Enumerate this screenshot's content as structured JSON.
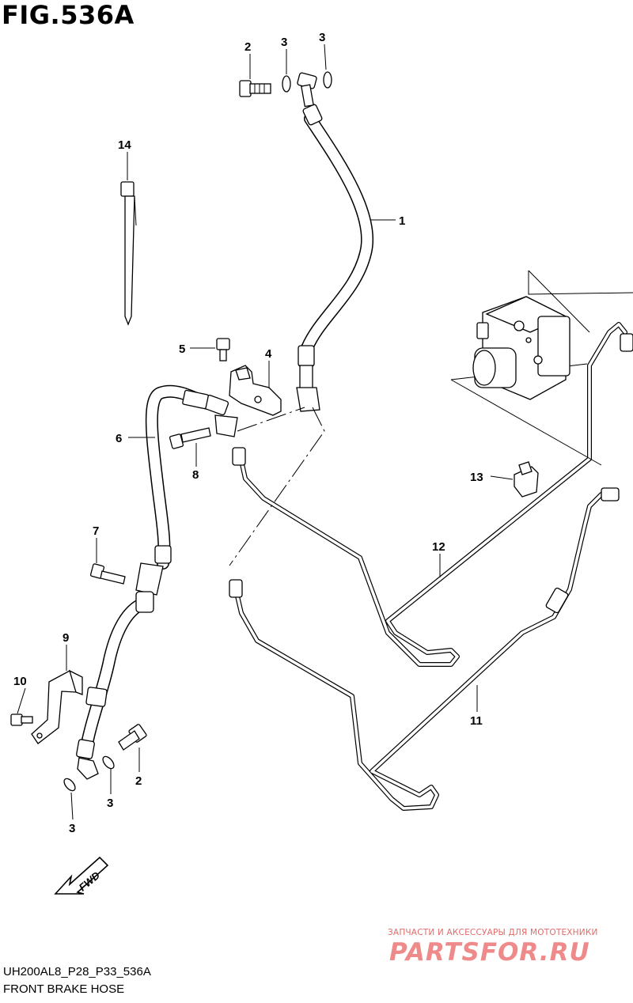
{
  "figure": {
    "title": "FIG.536A",
    "code": "UH200AL8_P28_P33_536A",
    "name": "FRONT BRAKE HOSE"
  },
  "callouts": [
    {
      "id": "c2a",
      "label": "2"
    },
    {
      "id": "c3a",
      "label": "3"
    },
    {
      "id": "c3b",
      "label": "3"
    },
    {
      "id": "c1",
      "label": "1"
    },
    {
      "id": "c14",
      "label": "14"
    },
    {
      "id": "c5",
      "label": "5"
    },
    {
      "id": "c4",
      "label": "4"
    },
    {
      "id": "c6",
      "label": "6"
    },
    {
      "id": "c8",
      "label": "8"
    },
    {
      "id": "c13",
      "label": "13"
    },
    {
      "id": "c12",
      "label": "12"
    },
    {
      "id": "c7",
      "label": "7"
    },
    {
      "id": "c9",
      "label": "9"
    },
    {
      "id": "c10",
      "label": "10"
    },
    {
      "id": "c11",
      "label": "11"
    },
    {
      "id": "c2b",
      "label": "2"
    },
    {
      "id": "c3c",
      "label": "3"
    },
    {
      "id": "c3d",
      "label": "3"
    }
  ],
  "fwd_label": "FWD",
  "watermark": {
    "line": "ЗАПЧАСТИ И АКСЕССУАРЫ ДЛЯ МОТОТЕХНИКИ",
    "logo": "PARTSFOR.RU"
  }
}
